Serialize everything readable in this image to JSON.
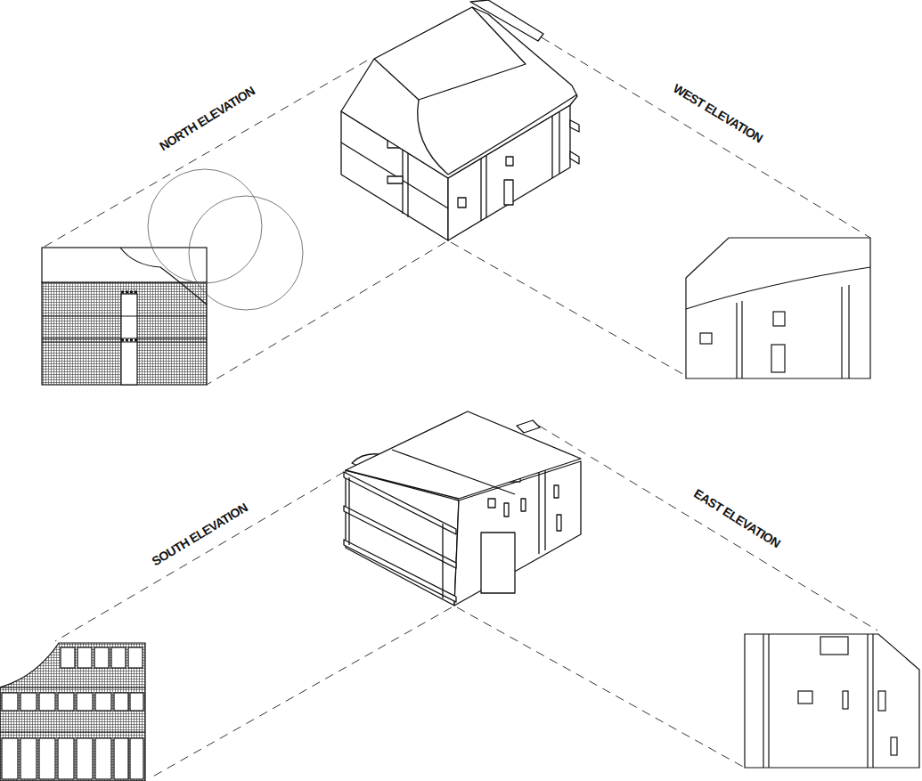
{
  "diagram": {
    "labels": [
      "NORTH ELEVATION",
      "WEST ELEVATION",
      "SOUTH ELEVATION",
      "EAST ELEVATION"
    ]
  }
}
